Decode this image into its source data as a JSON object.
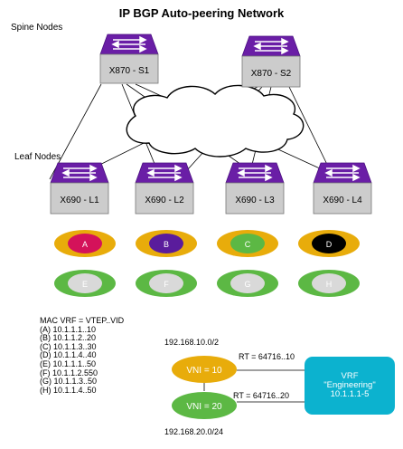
{
  "title": "IP BGP Auto-peering Network",
  "labels": {
    "spine": "Spine Nodes",
    "leaf": "Leaf Nodes"
  },
  "spines": [
    {
      "label": "X870 - S1"
    },
    {
      "label": "X870 - S2"
    }
  ],
  "leaves": [
    {
      "label": "X690 - L1"
    },
    {
      "label": "X690 - L2"
    },
    {
      "label": "X690 - L3"
    },
    {
      "label": "X690 - L4"
    }
  ],
  "hosts_row1": [
    {
      "label": "A",
      "outer": "#e8ac0b",
      "inner": "#d4125a"
    },
    {
      "label": "B",
      "outer": "#e8ac0b",
      "inner": "#5a1c9c"
    },
    {
      "label": "C",
      "outer": "#e8ac0b",
      "inner": "#5cb844"
    },
    {
      "label": "D",
      "outer": "#e8ac0b",
      "inner": "#000000"
    }
  ],
  "hosts_row2": [
    {
      "label": "E",
      "outer": "#5cb844",
      "inner": "#d9d9d9"
    },
    {
      "label": "F",
      "outer": "#5cb844",
      "inner": "#d9d9d9"
    },
    {
      "label": "G",
      "outer": "#5cb844",
      "inner": "#d9d9d9"
    },
    {
      "label": "H",
      "outer": "#5cb844",
      "inner": "#d9d9d9"
    }
  ],
  "mac": {
    "heading": "MAC VRF = VTEP..VID",
    "entries": [
      "(A) 10.1.1.1..10",
      "(B) 10.1.1.2..20",
      "(C) 10.1.1.3..30",
      "(D) 10.1.1.4..40",
      "(E) 10.1.1.1..50",
      "(F) 10.1.1.2.550",
      "(G) 10.1.1.3..50",
      "(H) 10.1.1.4..50"
    ]
  },
  "vrf": {
    "net1": "192.168.10.0/2",
    "net2": "192.168.20.0/24",
    "vni1": "VNI = 10",
    "vni2": "VNI = 20",
    "rt1": "RT = 64716..10",
    "rt2": "RT = 64716..20",
    "box_line1": "VRF",
    "box_line2": "\"Engineering\"",
    "box_line3": "10.1.1.1-5"
  },
  "colors": {
    "switch_top": "#6a1ea6",
    "switch_body": "#cccccc",
    "gold": "#e8ac0b",
    "green": "#5cb844",
    "vrf_box": "#0cb2cf"
  }
}
